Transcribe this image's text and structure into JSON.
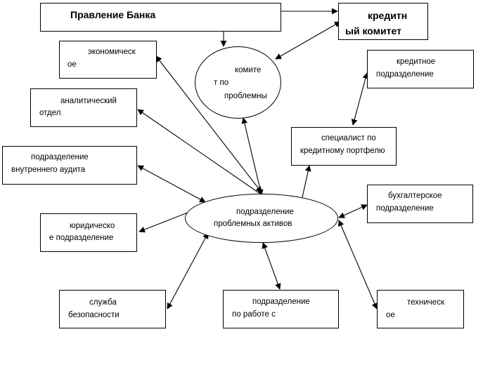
{
  "nodes": {
    "board": {
      "line1": "Правление Банка"
    },
    "credit_committee": {
      "line1": "кредитн",
      "line2": "ый комитет"
    },
    "problem_committee": {
      "line1": "комите",
      "line2": "т  по",
      "line3": "проблемны"
    },
    "economic": {
      "line1": "экономическ",
      "line2": "ое"
    },
    "analytic": {
      "line1": "аналитический",
      "line2": "отдел"
    },
    "audit": {
      "line1": "подразделение",
      "line2": "внутреннего аудита"
    },
    "legal": {
      "line1": "юридическо",
      "line2": "е подразделение"
    },
    "security": {
      "line1": "служба",
      "line2": "безопасности"
    },
    "workout": {
      "line1": "подразделение",
      "line2": "по работе с"
    },
    "technical": {
      "line1": "техническ",
      "line2": "ое"
    },
    "accounting": {
      "line1": "бухгалтерское",
      "line2": "подразделение"
    },
    "portfolio": {
      "line1": "специалист по",
      "line2": "кредитному  портфелю"
    },
    "credit_unit": {
      "line1": "кредитное",
      "line2": "подразделение"
    },
    "problem_assets": {
      "line1": "подразделение",
      "line2": "проблемных активов"
    }
  }
}
